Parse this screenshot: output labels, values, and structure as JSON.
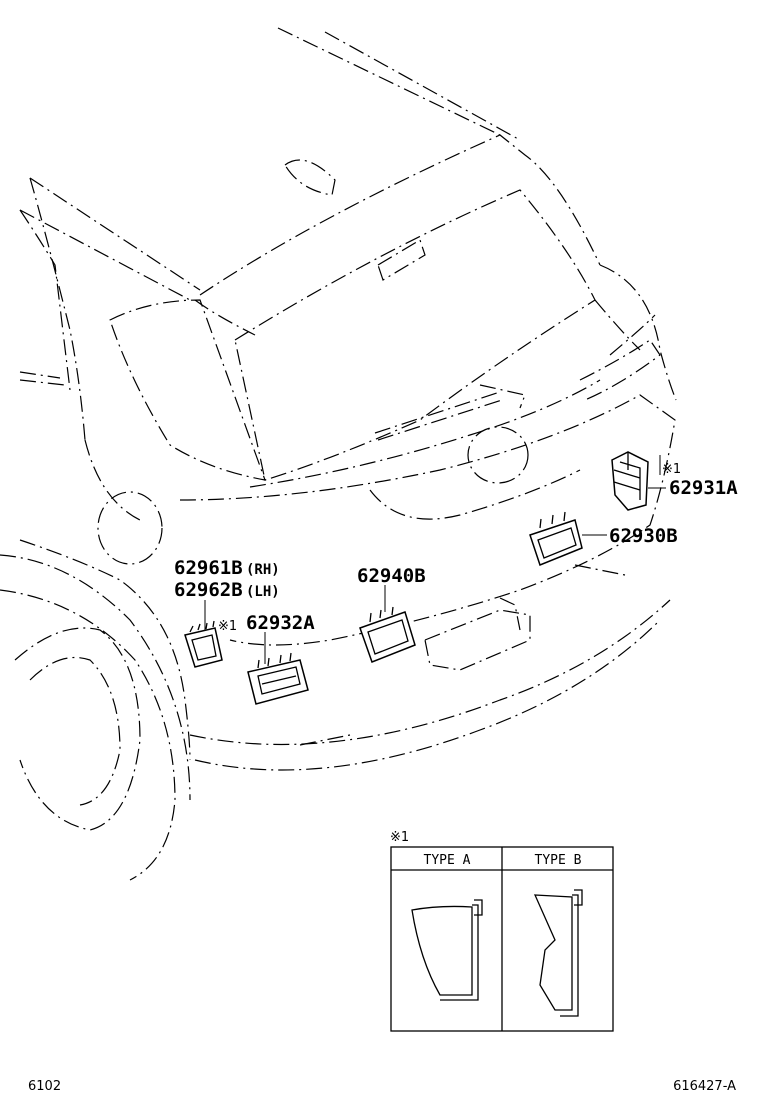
{
  "callouts": {
    "p62961b": "62961B",
    "p62961b_side": "(RH)",
    "p62962b": "62962B",
    "p62962b_side": "(LH)",
    "p62932a": "62932A",
    "p62940b": "62940B",
    "p62930b": "62930B",
    "p62931a": "62931A"
  },
  "note_mark": "※1",
  "note_mark_small": "※1",
  "inset": {
    "note": "※1",
    "columns": [
      "TYPE A",
      "TYPE B"
    ]
  },
  "footer": {
    "left_code": "6102",
    "right_code": "616427-A"
  }
}
